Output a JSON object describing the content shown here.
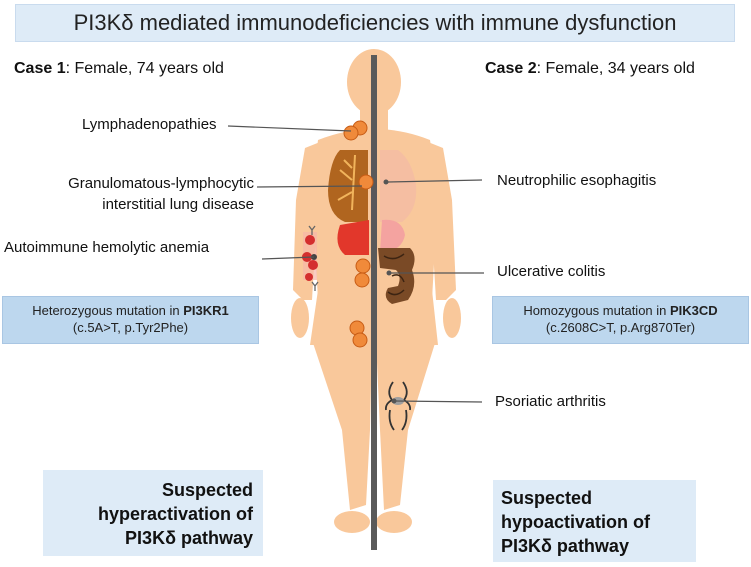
{
  "title": "PI3Kδ mediated immunodeficiencies with immune dysfunction",
  "case1": {
    "heading": "Case 1",
    "detail": ": Female, 74 years old",
    "findings": [
      "Lymphadenopathies",
      "Granulomatous-lymphocytic",
      "interstitial lung disease",
      "Autoimmune hemolytic anemia"
    ],
    "mutation_prefix": "Heterozygous mutation in ",
    "mutation_gene": "PI3KR1",
    "mutation_detail": "(c.5A>T, p.Tyr2Phe)",
    "suspected": [
      "Suspected",
      "hyperactivation of",
      "PI3Kδ pathway"
    ]
  },
  "case2": {
    "heading": "Case 2",
    "detail": ": Female, 34 years old",
    "findings": [
      "Neutrophilic esophagitis",
      "Ulcerative colitis",
      "Psoriatic arthritis"
    ],
    "mutation_prefix": "Homozygous mutation in ",
    "mutation_gene": "PIK3CD",
    "mutation_detail": "(c.2608C>T, p.Arg870Ter)",
    "suspected": [
      "Suspected",
      "hypoactivation of",
      "PI3Kδ pathway"
    ]
  },
  "colors": {
    "title_bg": "#deebf7",
    "mutation_bg": "#bdd7ee",
    "body_skin": "#f9c89b",
    "lymph_node": "#f08a3a",
    "lung": "#b0651f",
    "liver": "#e2372b",
    "colon": "#7a4a26",
    "divider": "#555555"
  }
}
